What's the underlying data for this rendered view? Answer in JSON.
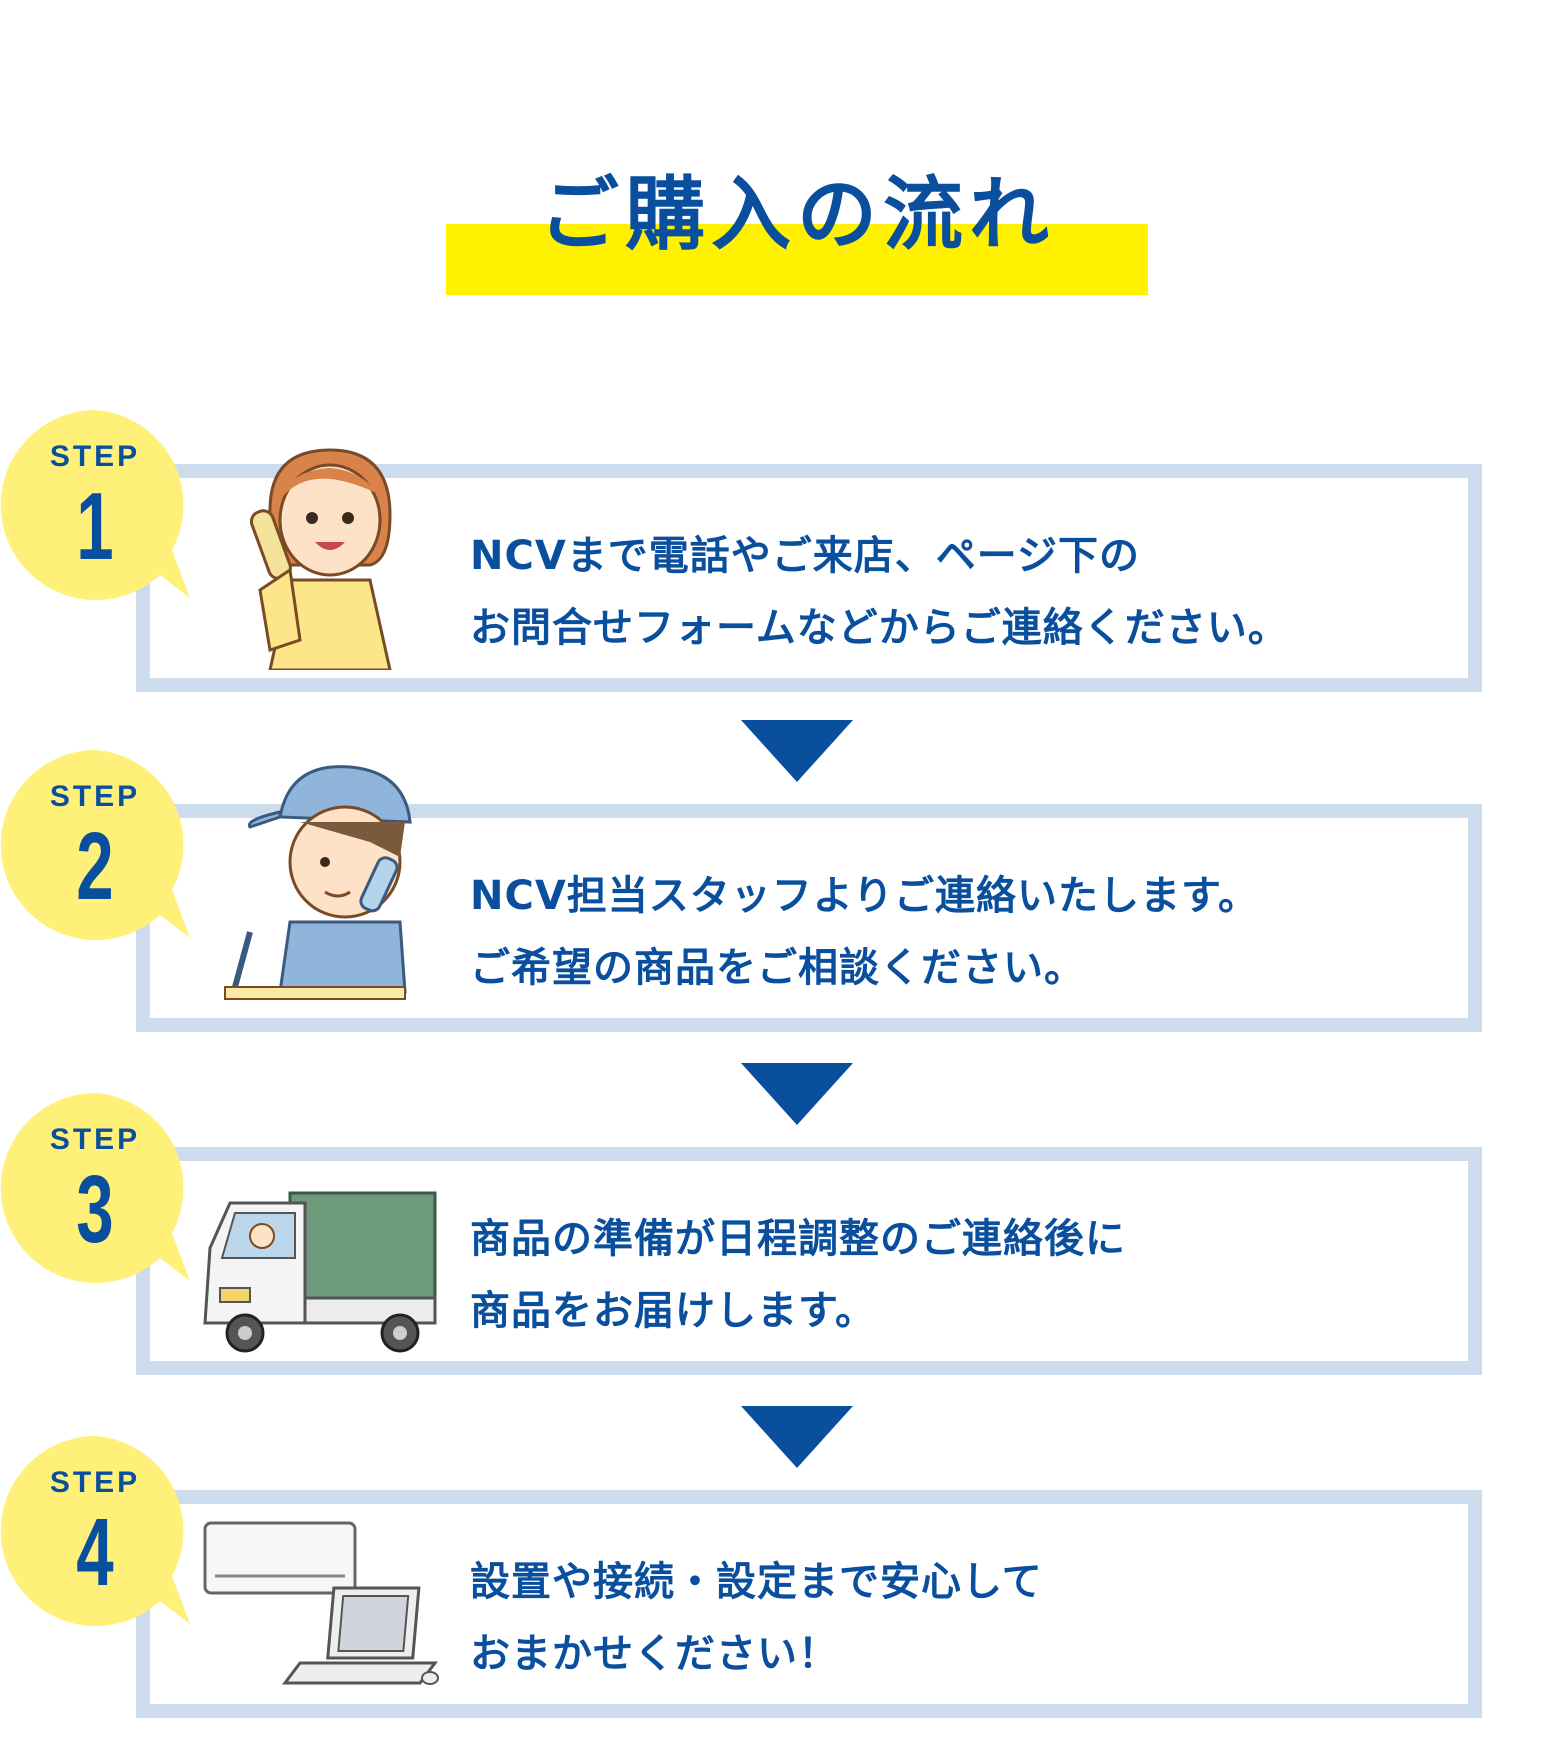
{
  "title": "ご購入の流れ",
  "step_label": "STEP",
  "steps": [
    {
      "number": "1",
      "lines": [
        "NCVまで電話やご来店、ページ下の",
        "お問合せフォームなどからご連絡ください。"
      ]
    },
    {
      "number": "2",
      "lines": [
        "NCV担当スタッフよりご連絡いたします。",
        "ご希望の商品をご相談ください。"
      ]
    },
    {
      "number": "3",
      "lines": [
        "商品の準備が日程調整のご連絡後に",
        "商品をお届けします。"
      ]
    },
    {
      "number": "4",
      "lines": [
        "設置や接続・設定まで安心して",
        "おまかせください！"
      ]
    }
  ],
  "colors": {
    "primary": "#0a4f9e",
    "highlight": "#fff100",
    "bubble": "#fff07a",
    "panel_border": "#cddcec"
  }
}
